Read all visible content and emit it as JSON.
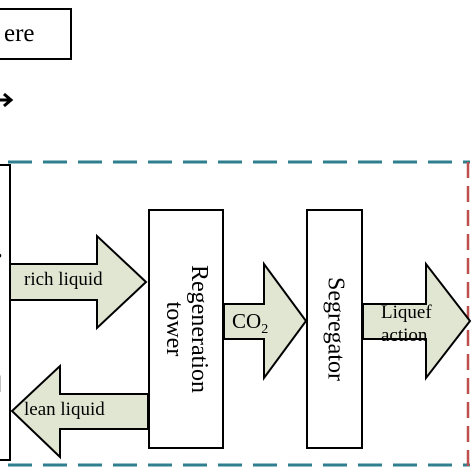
{
  "top_box": {
    "text": "ere"
  },
  "regeneration_tower": {
    "line1": "Regeneration",
    "line2": "tower"
  },
  "segregator": {
    "label": "Segregator"
  },
  "arrows": {
    "rich_liquid": "rich liquid",
    "lean_liquid": "lean liquid",
    "co2": "CO",
    "co2_sub": "2",
    "liquefaction_line1": "Liquef",
    "liquefaction_line2": "action"
  },
  "colors": {
    "arrow_fill": "#e1e6d3",
    "boundary_teal": "#2f7f8f",
    "boundary_red": "#c0504d"
  }
}
